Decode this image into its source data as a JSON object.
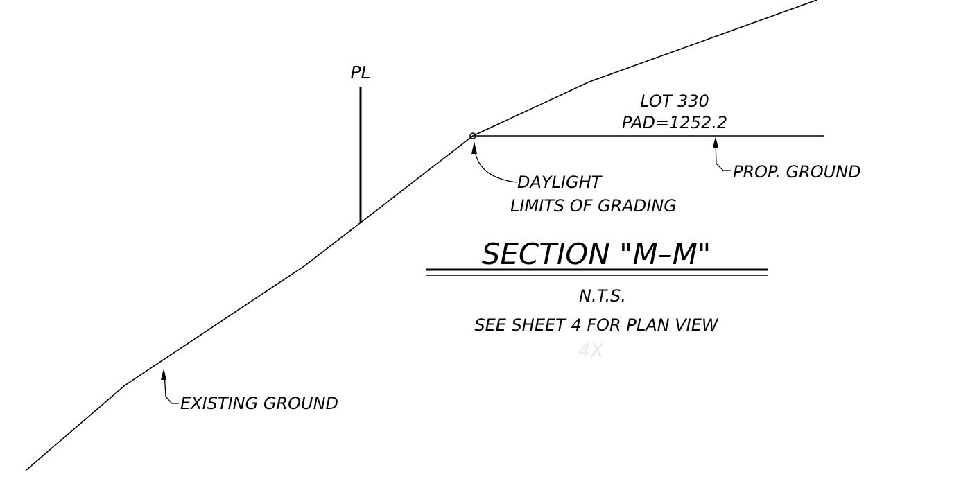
{
  "labels": {
    "pl": "PL",
    "lot": "LOT 330",
    "pad": "PAD=1252.2",
    "prop_ground": "PROP. GROUND",
    "daylight": "DAYLIGHT",
    "limits": "LIMITS OF GRADING",
    "section_title": "SECTION \"M–M\"",
    "scale": "N.T.S.",
    "see_sheet": "SEE SHEET 4 FOR PLAN VIEW",
    "existing_ground": "EXISTING GROUND",
    "faint_mark": "4X"
  },
  "colors": {
    "line": "#000000",
    "background": "#ffffff",
    "faint": "#e8e8e8"
  }
}
